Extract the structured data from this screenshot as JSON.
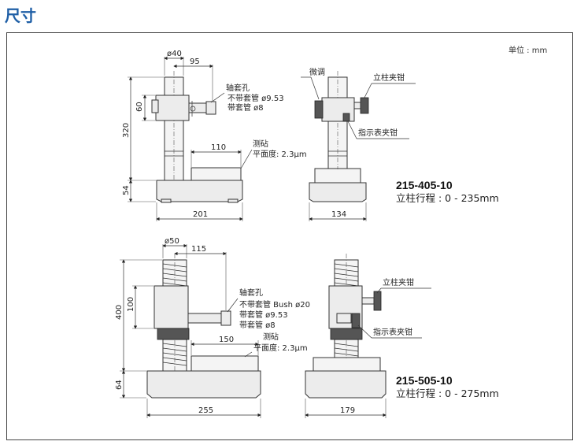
{
  "title": "尺寸",
  "unit_label": "单位 : mm",
  "top": {
    "model": "215-405-10",
    "travel": "立柱行程 : 0 - 235mm",
    "dims": {
      "d40": "ø40",
      "d95": "95",
      "d60": "60",
      "d320": "320",
      "d110": "110",
      "d54": "54",
      "d201": "201",
      "d134": "134"
    },
    "labels": {
      "shaft_hole": "轴套孔",
      "no_sleeve": "不带套管  ø9.53",
      "with_sleeve": "带套管  ø8",
      "anvil": "测砧",
      "flatness": "平面度: 2.3μm",
      "fine_adjust": "微调",
      "column_clamp": "立柱夹钳",
      "indicator_clamp": "指示表夹钳"
    }
  },
  "bottom": {
    "model": "215-505-10",
    "travel": "立柱行程 : 0 - 275mm",
    "dims": {
      "d50": "ø50",
      "d115": "115",
      "d100": "100",
      "d400": "400",
      "d150": "150",
      "d64": "64",
      "d255": "255",
      "d179": "179"
    },
    "labels": {
      "shaft_hole": "轴套孔",
      "no_sleeve_bush": "不带套管  Bush ø20",
      "with_sleeve_953": "带套管  ø9.53",
      "with_sleeve_8": "带套管  ø8",
      "anvil": "测砧",
      "flatness": "平面度: 2.3μm",
      "column_clamp": "立柱夹钳",
      "indicator_clamp": "指示表夹钳"
    }
  }
}
